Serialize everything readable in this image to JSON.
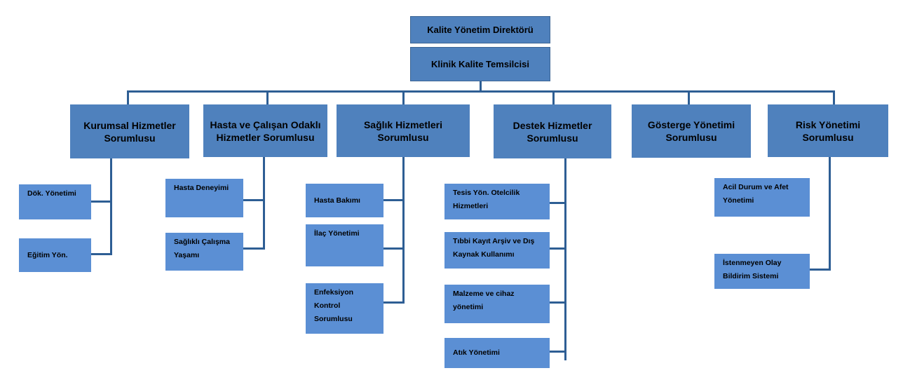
{
  "director": "Kalite Yönetim Direktörü",
  "representative": "Klinik Kalite Temsilcisi",
  "managers": [
    {
      "label": "Kurumsal Hizmetler Sorumlusu",
      "children": [
        "Dök. Yönetimi",
        "Eğitim Yön."
      ]
    },
    {
      "label": "Hasta ve Çalışan Odaklı Hizmetler Sorumlusu",
      "children": [
        "Hasta Deneyimi",
        "Sağlıklı Çalışma Yaşamı"
      ]
    },
    {
      "label": "Sağlık Hizmetleri Sorumlusu",
      "children": [
        "Hasta Bakımı",
        "İlaç Yönetimi",
        "Enfeksiyon Kontrol Sorumlusu"
      ]
    },
    {
      "label": "Destek Hizmetler Sorumlusu",
      "children": [
        "Tesis Yön. Otelcilik Hizmetleri",
        "Tıbbi Kayıt Arşiv ve Dış Kaynak Kullanımı",
        "Malzeme ve cihaz yönetimi",
        "Atık Yönetimi"
      ]
    },
    {
      "label": "Gösterge Yönetimi Sorumlusu",
      "children": []
    },
    {
      "label": "Risk Yönetimi Sorumlusu",
      "children": [
        "Acil Durum ve Afet Yönetimi",
        "İstenmeyen Olay Bildirim Sistemi"
      ]
    }
  ],
  "colors": {
    "box": "#4f81bd",
    "leaf": "#5b8fd4",
    "connector": "#2e5e94"
  }
}
